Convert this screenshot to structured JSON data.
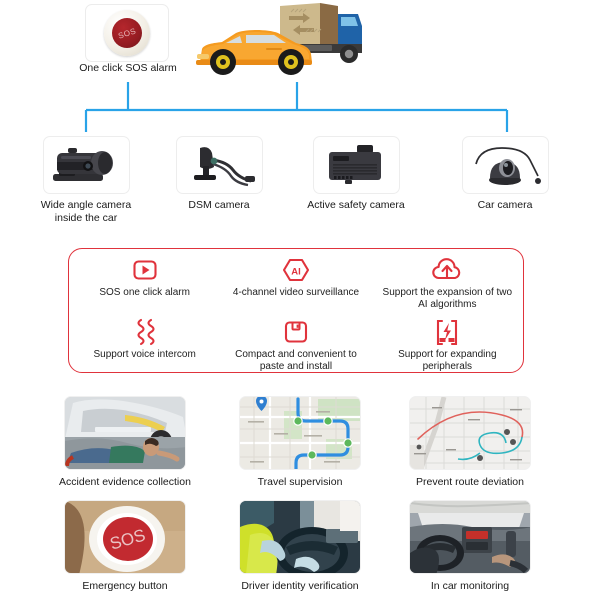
{
  "top": {
    "sos_card": {
      "icon": "sos-button-icon",
      "button_text": "SOS",
      "caption": "One click SOS alarm"
    },
    "vehicles": {
      "car_icon": "orange-car-icon",
      "truck_icon": "delivery-truck-icon"
    }
  },
  "connector": {
    "color": "#29a3e8"
  },
  "products": [
    {
      "icon": "wide-angle-dashcam-icon",
      "label": "Wide angle camera\ninside the car"
    },
    {
      "icon": "dsm-camera-icon",
      "label": "DSM camera"
    },
    {
      "icon": "active-safety-camera-icon",
      "label": "Active safety camera"
    },
    {
      "icon": "dome-car-camera-icon",
      "label": "Car camera"
    }
  ],
  "features": {
    "border_color": "#e0333c",
    "items": [
      {
        "icon": "play-button-icon",
        "label": "SOS one click alarm"
      },
      {
        "icon": "ai-hexagon-icon",
        "label": "4-channel video surveillance"
      },
      {
        "icon": "cloud-upload-icon",
        "label": "Support the expansion of two\nAI algorithms"
      },
      {
        "icon": "voice-wave-icon",
        "label": "Support voice intercom"
      },
      {
        "icon": "floppy-disk-icon",
        "label": "Compact and convenient to\npaste and install"
      },
      {
        "icon": "power-expansion-icon",
        "label": "Support for expanding\nperipherals"
      }
    ]
  },
  "scenes": [
    {
      "image": "accident-photo",
      "label": "Accident evidence collection"
    },
    {
      "image": "route-map-photo",
      "label": "Travel supervision"
    },
    {
      "image": "deviation-map-photo",
      "label": "Prevent route deviation"
    },
    {
      "image": "sos-button-photo",
      "label": "Emergency button"
    },
    {
      "image": "driver-steering-photo",
      "label": "Driver identity verification"
    },
    {
      "image": "car-interior-photo",
      "label": "In car monitoring"
    }
  ]
}
